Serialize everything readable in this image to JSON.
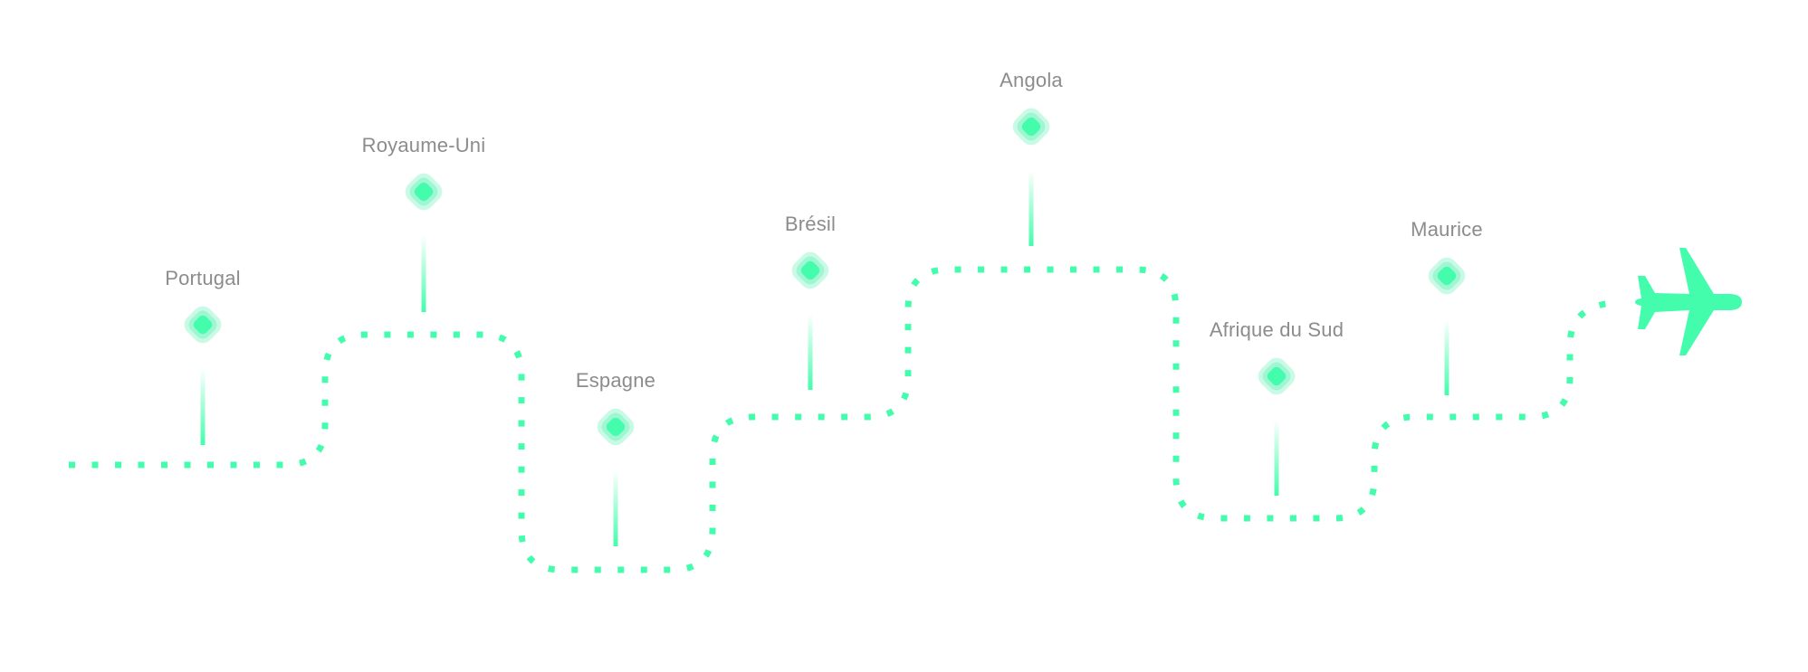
{
  "diagram": {
    "type": "travel-route-timeline",
    "colors": {
      "accent": "#43fdac",
      "marker_outer": "#c9fae5",
      "marker_middle": "#9ef6d2",
      "marker_core": "#43fdac",
      "label_text": "#8c8c8c",
      "background": "#ffffff"
    },
    "stops": [
      {
        "id": "portugal",
        "label": "Portugal",
        "order": 1
      },
      {
        "id": "royaume-uni",
        "label": "Royaume-Uni",
        "order": 2
      },
      {
        "id": "espagne",
        "label": "Espagne",
        "order": 3
      },
      {
        "id": "bresil",
        "label": "Brésil",
        "order": 4
      },
      {
        "id": "angola",
        "label": "Angola",
        "order": 5
      },
      {
        "id": "afrique-du-sud",
        "label": "Afrique du Sud",
        "order": 6
      },
      {
        "id": "maurice",
        "label": "Maurice",
        "order": 7
      }
    ],
    "route": {
      "style": "dotted",
      "end_icon": "airplane-icon"
    }
  }
}
